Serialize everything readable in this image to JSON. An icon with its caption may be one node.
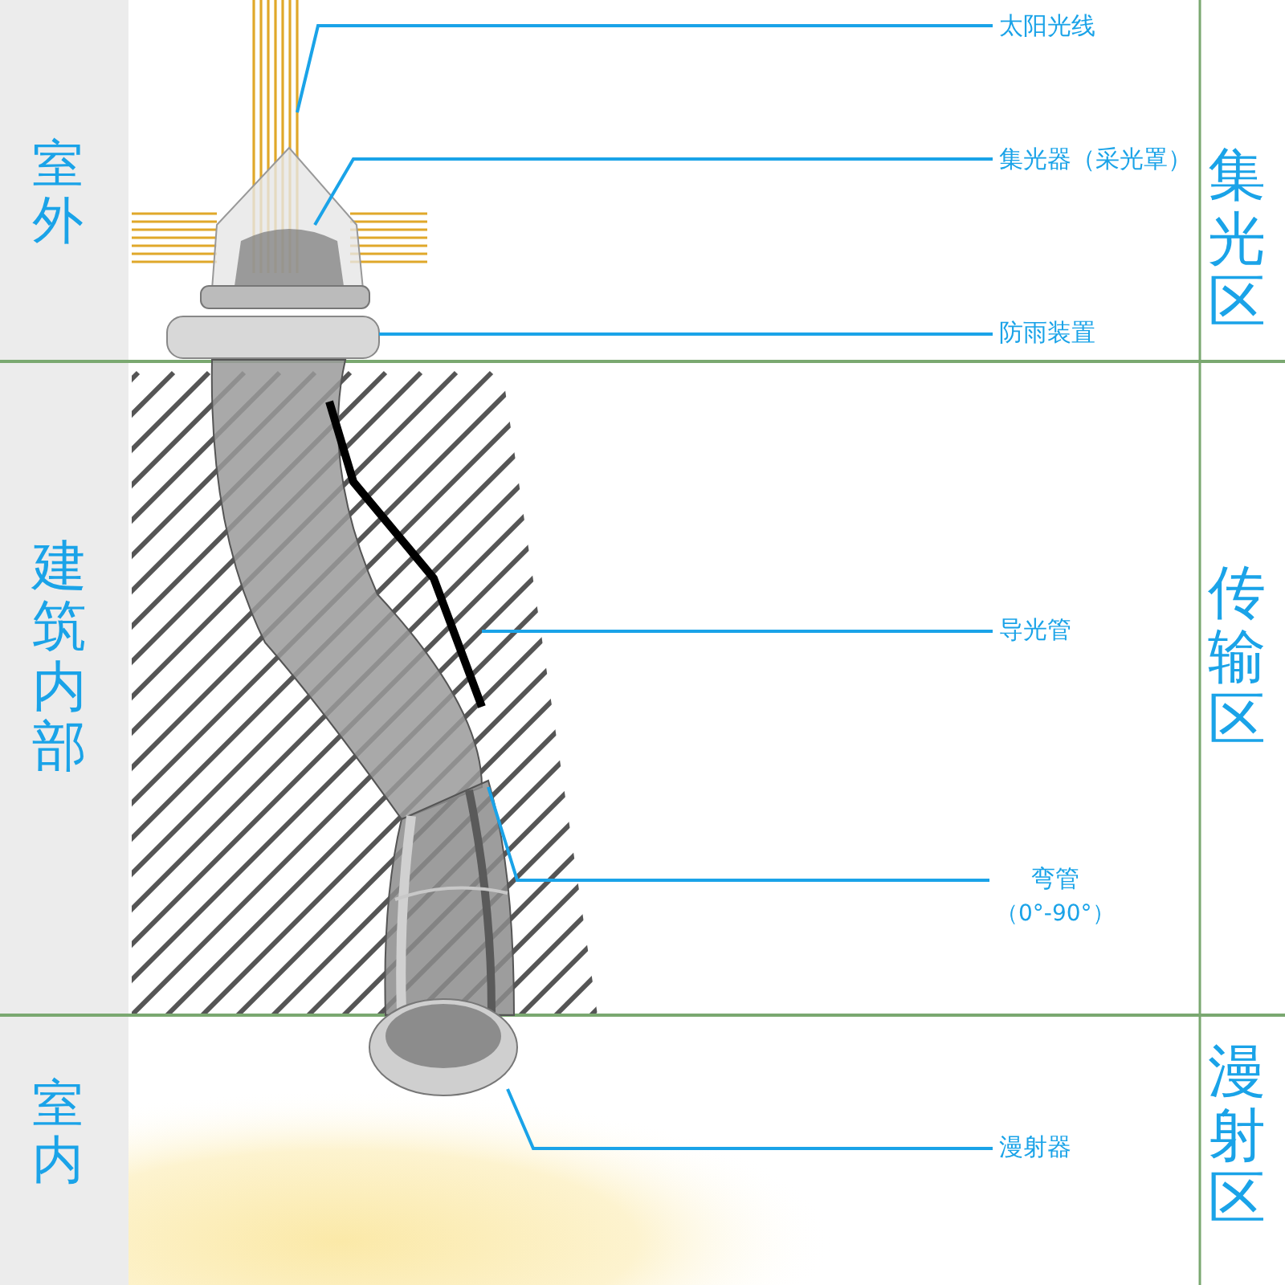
{
  "diagram": {
    "nodes": [
      {
        "text": [
          "太阳光线"
        ]
      },
      {
        "text": [
          "集光器（采光罩）"
        ]
      },
      {
        "text": [
          "防雨装置"
        ]
      },
      {
        "text": [
          "导光管"
        ]
      },
      {
        "text": [
          "弯管",
          "（0°-90°）"
        ]
      },
      {
        "text": [
          "漫射器"
        ]
      },
      {
        "text": [],
        "shape": "picture"
      },
      {
        "text": [],
        "shape": "picture"
      },
      {
        "text": [],
        "shape": "picture"
      },
      {
        "text": [],
        "shape": "picture"
      },
      {
        "text": [],
        "shape": "picture"
      },
      {
        "text": [],
        "shape": "picture"
      }
    ],
    "edges": [
      {
        "from": 0,
        "to": 6,
        "arrow": "none"
      },
      {
        "from": 1,
        "to": 7,
        "arrow": "none"
      },
      {
        "from": 2,
        "to": 8,
        "arrow": "none"
      },
      {
        "from": 3,
        "to": 9,
        "arrow": "none"
      },
      {
        "from": 4,
        "to": 10,
        "arrow": "none"
      },
      {
        "from": 5,
        "to": 11,
        "arrow": "none"
      }
    ],
    "labels": [
      "室外",
      "建筑内部",
      "室内",
      "集光区",
      "传输区",
      "漫射区"
    ]
  }
}
